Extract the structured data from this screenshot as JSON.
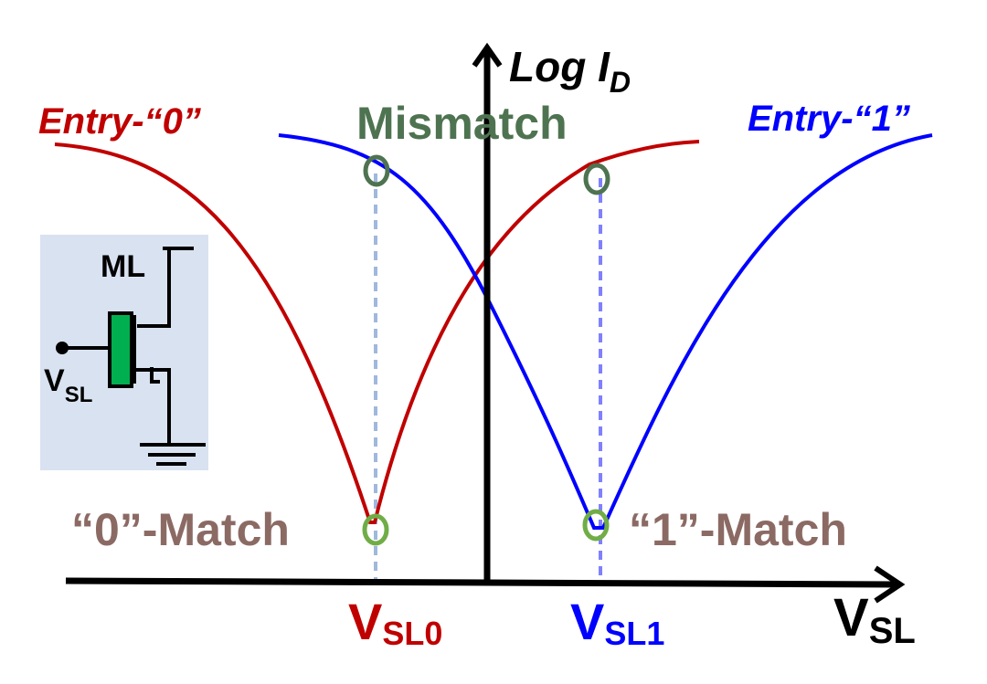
{
  "axis": {
    "y_label_main": "Log I",
    "y_label_sub": "D",
    "x_label_main": "V",
    "x_label_sub": "SL"
  },
  "curves": {
    "entry0": {
      "label": "Entry-“0”",
      "color": "#c00000"
    },
    "entry1": {
      "label": "Entry-“1”",
      "color": "#0000ff"
    }
  },
  "annotations": {
    "mismatch": {
      "label": "Mismatch",
      "color": "#4e7350"
    },
    "match0": {
      "label": "“0”-Match",
      "color": "#8c6a64"
    },
    "match1": {
      "label": "“1”-Match",
      "color": "#8c6a64"
    }
  },
  "x_ticks": {
    "vsl0": {
      "main": "V",
      "sub": "SL0",
      "color": "#c00000"
    },
    "vsl1": {
      "main": "V",
      "sub": "SL1",
      "color": "#0000ff"
    }
  },
  "inset": {
    "ml_label": "ML",
    "vsl_main": "V",
    "vsl_sub": "SL",
    "background": "#d9e2f0",
    "gate_color": "#00b050"
  },
  "colors": {
    "axis": "#000000",
    "marker_mismatch": "#4e7350",
    "marker_match": "#70ad47",
    "guide_left": "#9fb8dc",
    "guide_right": "#8080ff"
  }
}
